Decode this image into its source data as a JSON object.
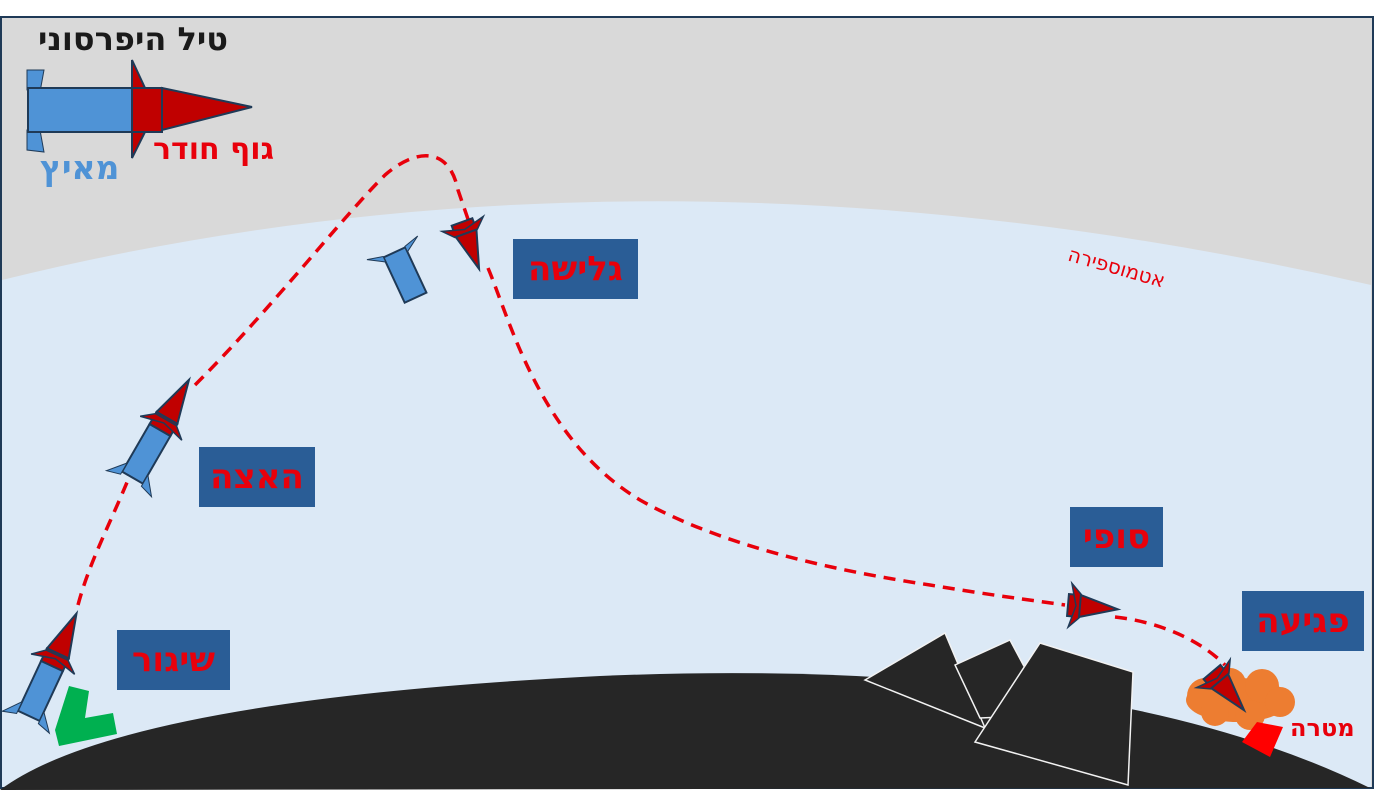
{
  "title": "טיל היפרסוני",
  "legend": {
    "booster_label": "מאיץ",
    "warhead_label": "גוף חודר"
  },
  "atmosphere_label": "אטמוספירה",
  "target_label": "מטרה",
  "phases": {
    "launch": "שיגור",
    "boost": "האצה",
    "glide": "גלישה",
    "terminal": "סופי",
    "impact": "פגיעה"
  },
  "colors": {
    "space": "#d9d9d9",
    "atmosphere": "#dce9f6",
    "ground": "#262626",
    "booster": "#4f93d6",
    "warhead": "#c00000",
    "trajectory": "#e8000b",
    "phase_box": "#2a5d96",
    "phase_text": "#e8000b",
    "launcher": "#00b050",
    "explosion": "#ed7d31",
    "target": "#ff0000"
  },
  "icons": [
    "missile-icon",
    "booster-icon",
    "warhead-icon",
    "launcher-icon",
    "explosion-icon",
    "target-icon",
    "mountain-icon"
  ]
}
